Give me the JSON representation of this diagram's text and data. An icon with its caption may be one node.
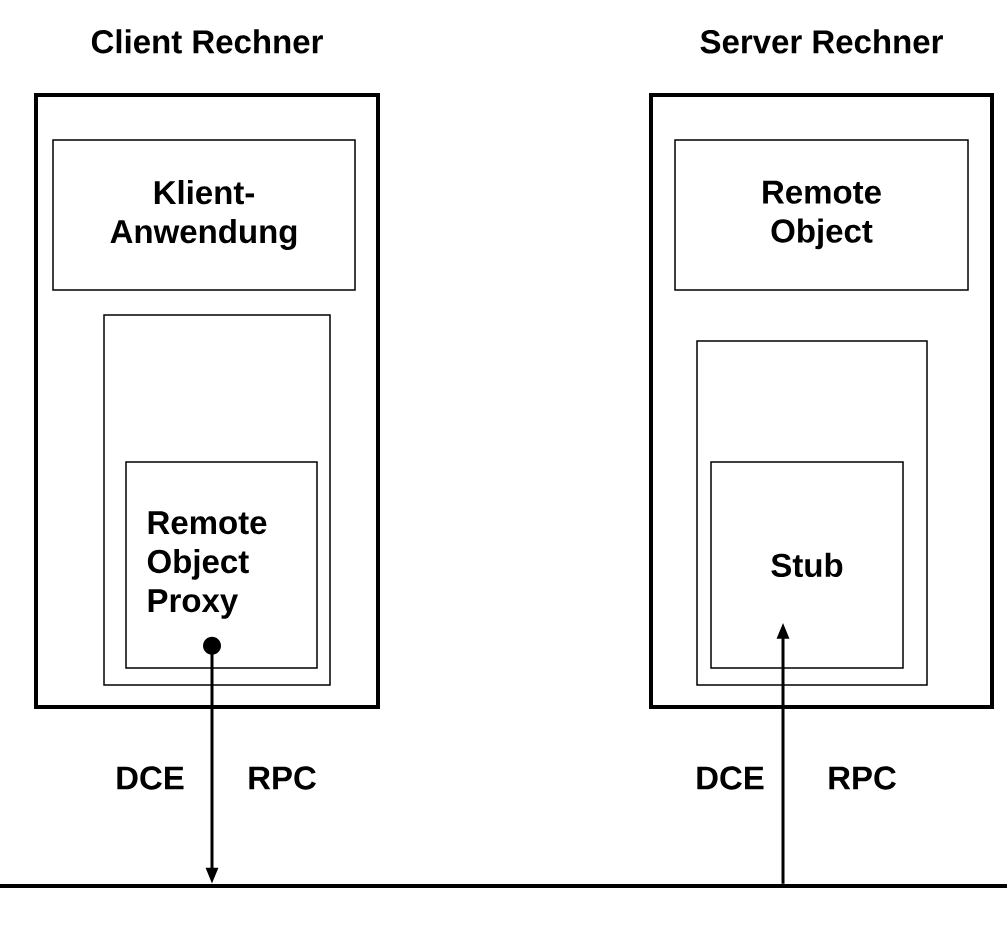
{
  "diagram": {
    "nodes": [
      {
        "text": [
          "Client Rechner"
        ]
      },
      {
        "text": [
          "Klient- Anwendung"
        ],
        "in": 0
      },
      {
        "text": [],
        "shape": "box",
        "in": 0
      },
      {
        "text": [
          "Remote Object Proxy"
        ],
        "in": 2
      },
      {
        "text": [
          "Server Rechner"
        ]
      },
      {
        "text": [
          "Remote Object"
        ],
        "in": 4
      },
      {
        "text": [],
        "shape": "box",
        "in": 4
      },
      {
        "text": [
          "Stub"
        ],
        "in": 6
      },
      {
        "text": [],
        "shape": "bar"
      }
    ],
    "edges": [
      {
        "from": 3,
        "to": 8,
        "arrow": "to"
      },
      {
        "from": 8,
        "to": 7,
        "arrow": "to"
      }
    ],
    "labels": [
      "DCE",
      "RPC",
      "DCE",
      "RPC"
    ]
  }
}
